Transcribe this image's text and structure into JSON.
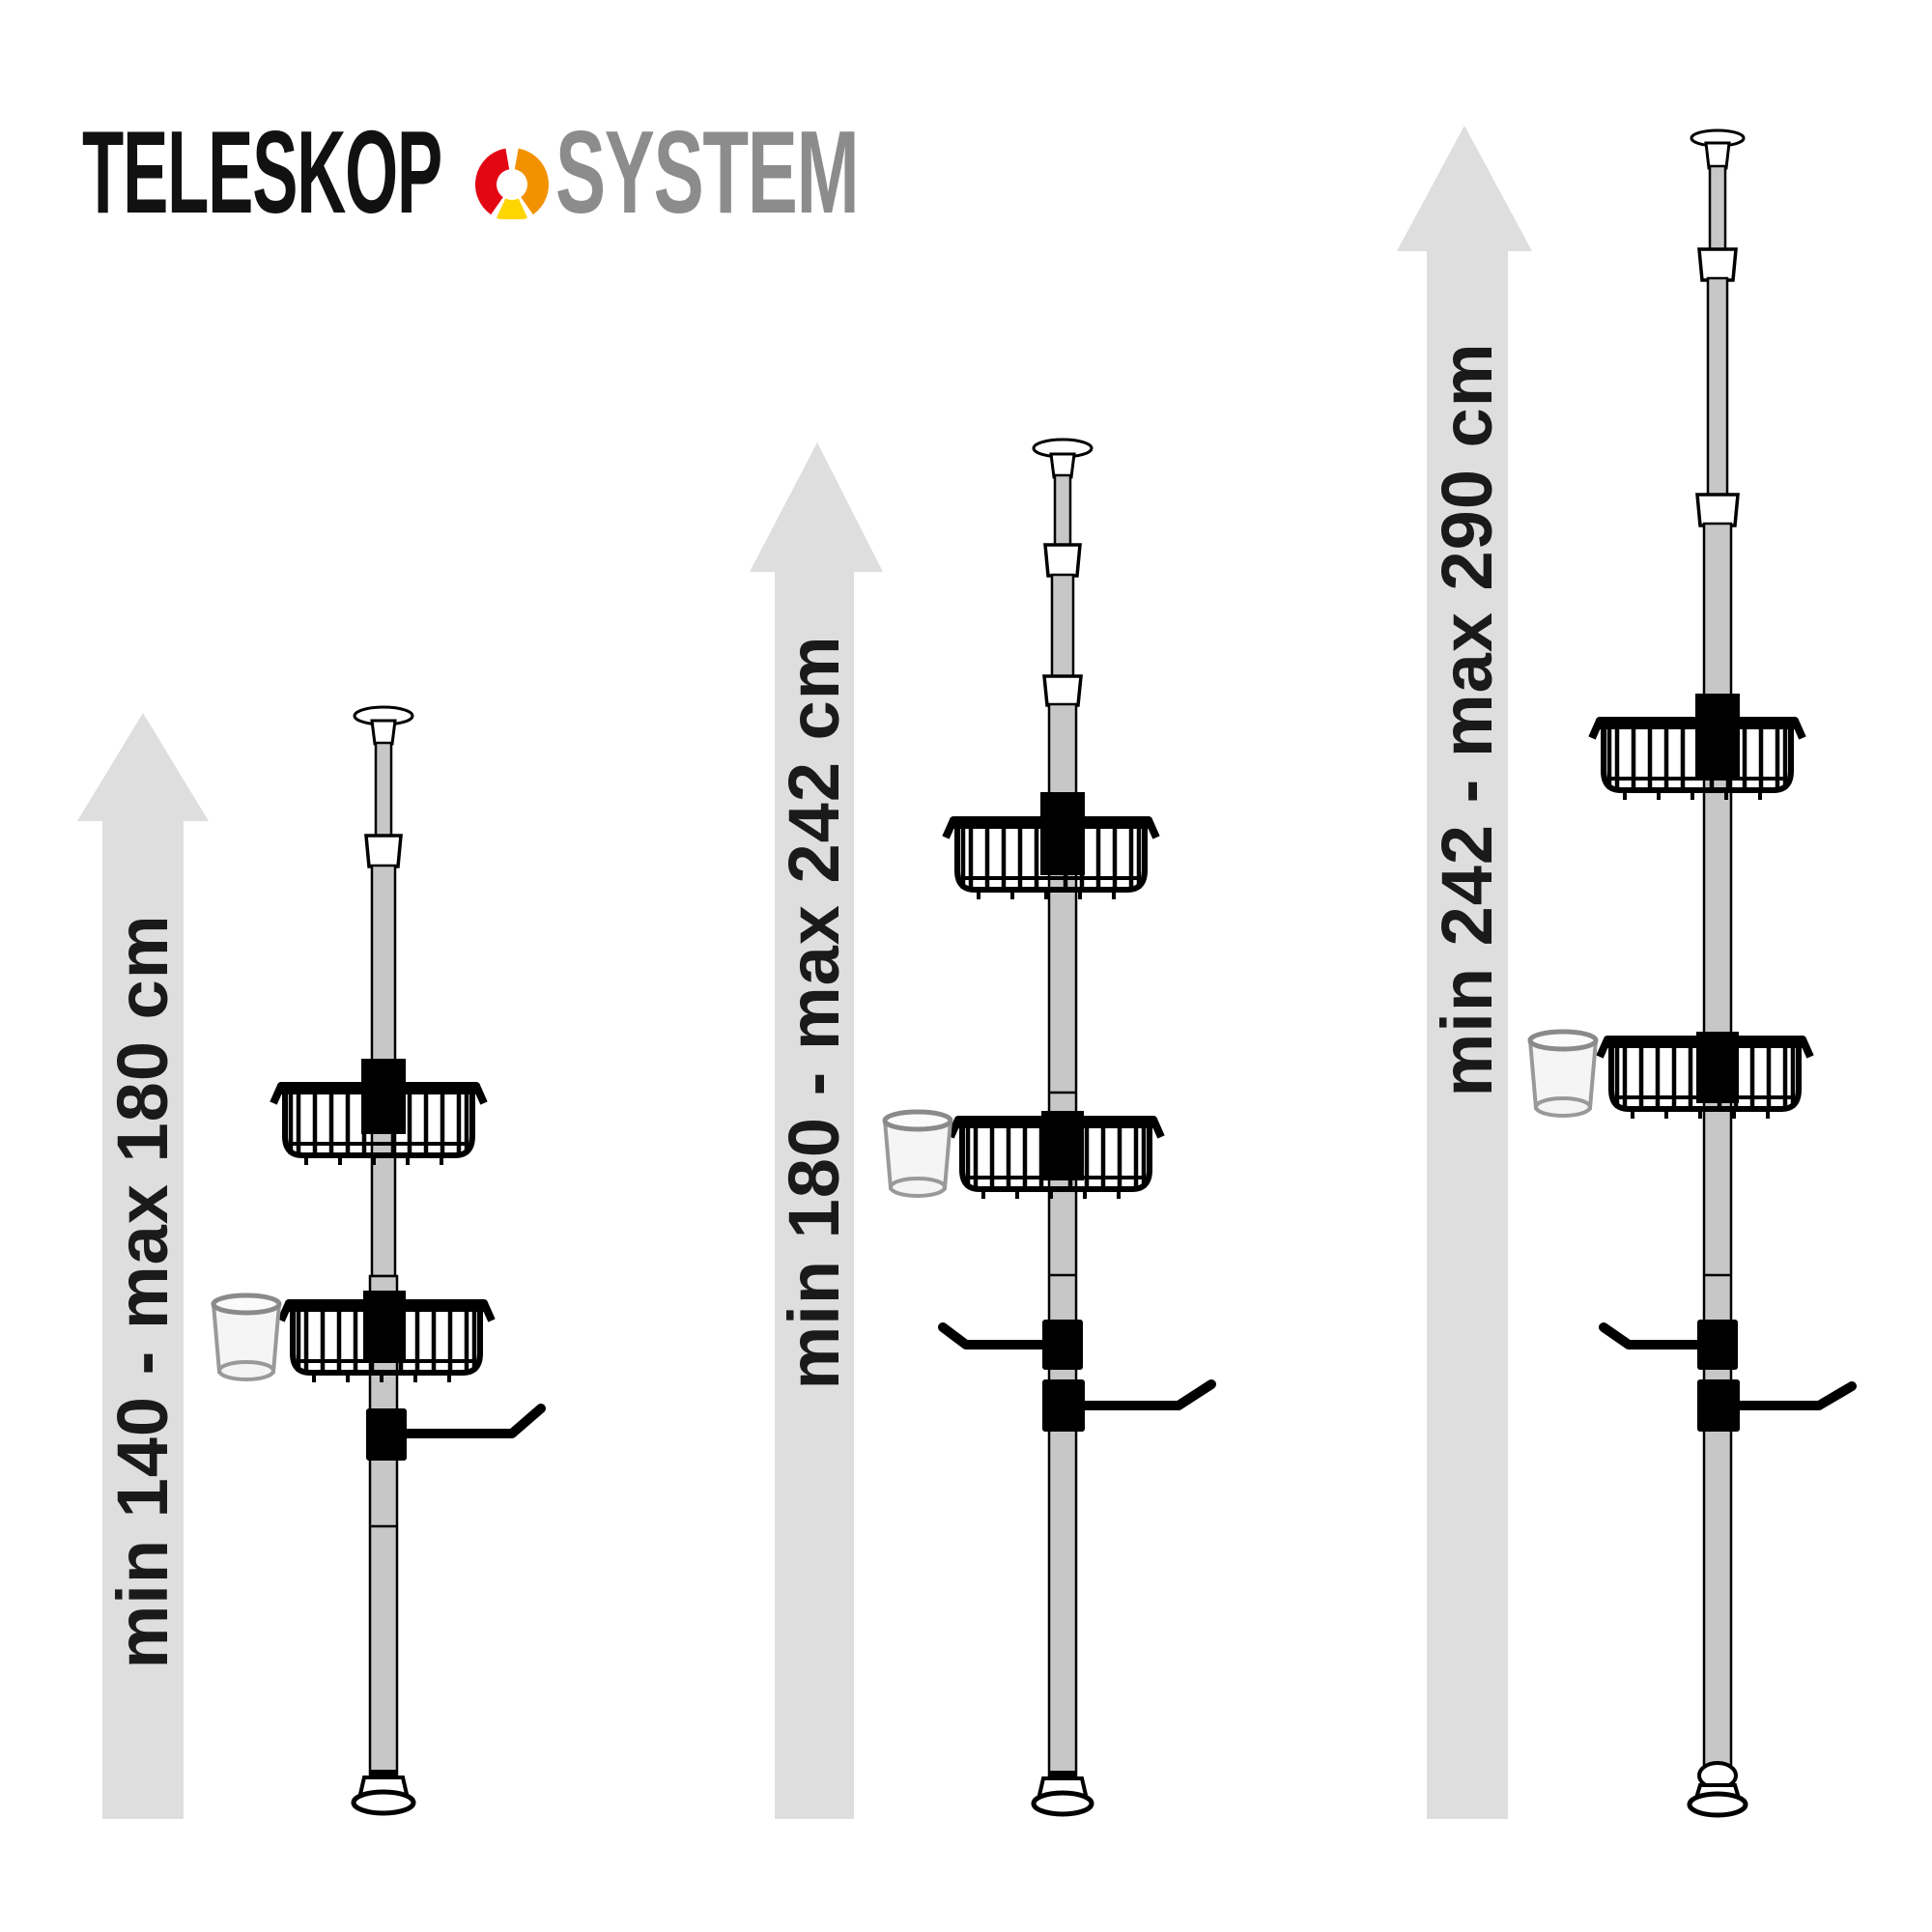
{
  "logo": {
    "brand": "TELESKOP",
    "suffix": "SYSTEM",
    "brand_color": "#111111",
    "suffix_color": "#8c8c8c",
    "ring_colors": {
      "red": "#e30613",
      "orange": "#f39200",
      "yellow": "#ffd500"
    }
  },
  "variants": [
    {
      "name": "small",
      "label": "min 140 - max 180 cm",
      "min_cm": 140,
      "max_cm": 180
    },
    {
      "name": "medium",
      "label": "min 180 - max 242 cm",
      "min_cm": 180,
      "max_cm": 242
    },
    {
      "name": "large",
      "label": "min 242 - max 290 cm",
      "min_cm": 242,
      "max_cm": 290
    }
  ],
  "colors": {
    "arrow": "#dedede",
    "label_text": "#1a1a1a",
    "pole_fill": "#c7c7c7",
    "outline": "#000000",
    "cup_fill": "#f4f4f4",
    "cup_outline": "#999999",
    "background": "#ffffff"
  }
}
